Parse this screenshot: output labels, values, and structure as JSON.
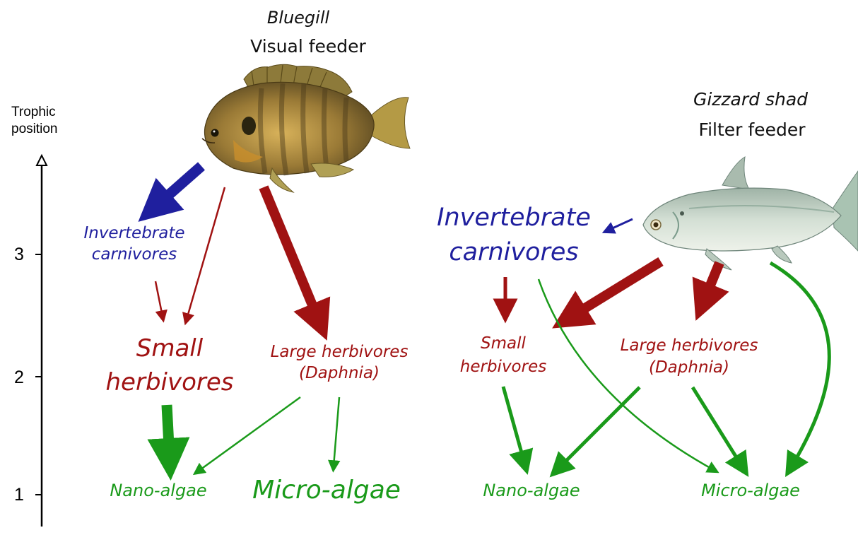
{
  "axis": {
    "title_line1": "Trophic",
    "title_line2": "position",
    "ticks": [
      {
        "label": "3",
        "level": 3
      },
      {
        "label": "2",
        "level": 2
      },
      {
        "label": "1",
        "level": 1
      }
    ]
  },
  "bluegill": {
    "species": "Bluegill",
    "feeding": "Visual feeder",
    "invertebrate_carnivores_line1": "Invertebrate",
    "invertebrate_carnivores_line2": "carnivores",
    "small_herbivores_line1": "Small",
    "small_herbivores_line2": "herbivores",
    "large_herbivores_line1": "Large herbivores",
    "large_herbivores_line2": "(Daphnia)",
    "nano_algae": "Nano-algae",
    "micro_algae": "Micro-algae"
  },
  "shad": {
    "species": "Gizzard shad",
    "feeding": "Filter feeder",
    "invertebrate_carnivores_line1": "Invertebrate",
    "invertebrate_carnivores_line2": "carnivores",
    "small_herbivores_line1": "Small",
    "small_herbivores_line2": "herbivores",
    "large_herbivores_line1": "Large herbivores",
    "large_herbivores_line2": "(Daphnia)",
    "nano_algae": "Nano-algae",
    "micro_algae": "Micro-algae"
  },
  "colors": {
    "carnivore_blue": "#1f1f9e",
    "herbivore_red": "#a01212",
    "algae_green": "#1a9a1a",
    "axis_black": "#000000"
  }
}
